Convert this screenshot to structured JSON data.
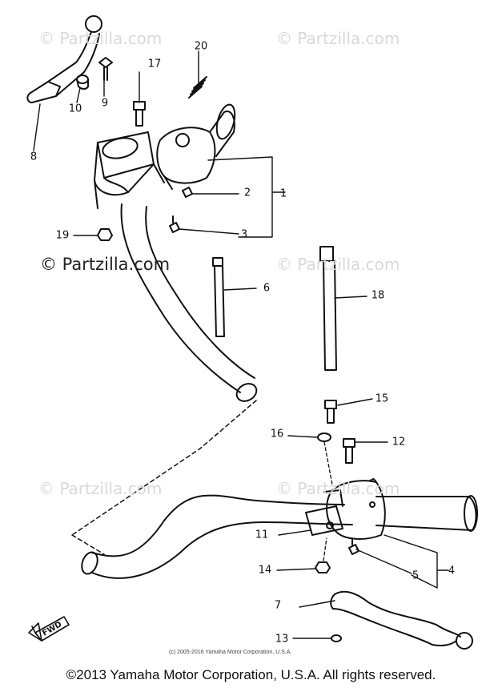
{
  "watermarks": {
    "top_left": "© Partzilla.com",
    "top_right": "© Partzilla.com",
    "mid_left": "© Partzilla.com",
    "mid_right": "© Partzilla.com",
    "low_left": "© Partzilla.com",
    "low_right": "© Partzilla.com"
  },
  "labels": {
    "p1": "1",
    "p2": "2",
    "p3": "3",
    "p4": "4",
    "p5": "5",
    "p6": "6",
    "p7": "7",
    "p8": "8",
    "p9": "9",
    "p10": "10",
    "p11": "11",
    "p12": "12",
    "p13": "13",
    "p14": "14",
    "p15": "15",
    "p16": "16",
    "p17": "17",
    "p18": "18",
    "p19": "19",
    "p20": "20"
  },
  "fwd_label": "FWD",
  "small_copyright": "(c) 2005-2016 Yamaha Motor Corporation, U.S.A.",
  "footer": "©2013 Yamaha Motor Corporation, U.S.A. All rights reserved."
}
